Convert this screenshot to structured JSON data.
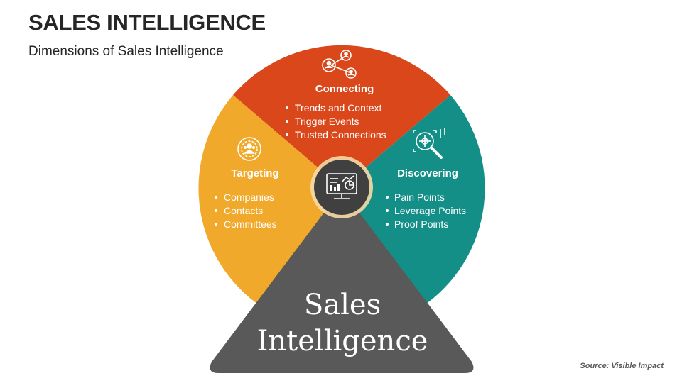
{
  "header": {
    "title": "SALES INTELLIGENCE",
    "subtitle": "Dimensions of Sales Intelligence"
  },
  "colors": {
    "connecting": "#D9471B",
    "targeting": "#F0A92A",
    "discovering": "#148F87",
    "triangle": "#595959",
    "hub": "#404040",
    "hub_ring": "#F5D9A6"
  },
  "segments": {
    "connecting": {
      "title": "Connecting",
      "icon": "network-people-icon",
      "items": [
        "Trends and Context",
        "Trigger Events",
        "Trusted Connections"
      ]
    },
    "targeting": {
      "title": "Targeting",
      "icon": "target-person-icon",
      "items": [
        "Companies",
        "Contacts",
        "Committees"
      ]
    },
    "discovering": {
      "title": "Discovering",
      "icon": "magnifier-target-icon",
      "items": [
        "Pain Points",
        "Leverage Points",
        "Proof Points"
      ]
    }
  },
  "center": {
    "icon": "monitor-analytics-icon",
    "label_line1": "Sales",
    "label_line2": "Intelligence"
  },
  "footer": {
    "source": "Source: Visible Impact"
  }
}
